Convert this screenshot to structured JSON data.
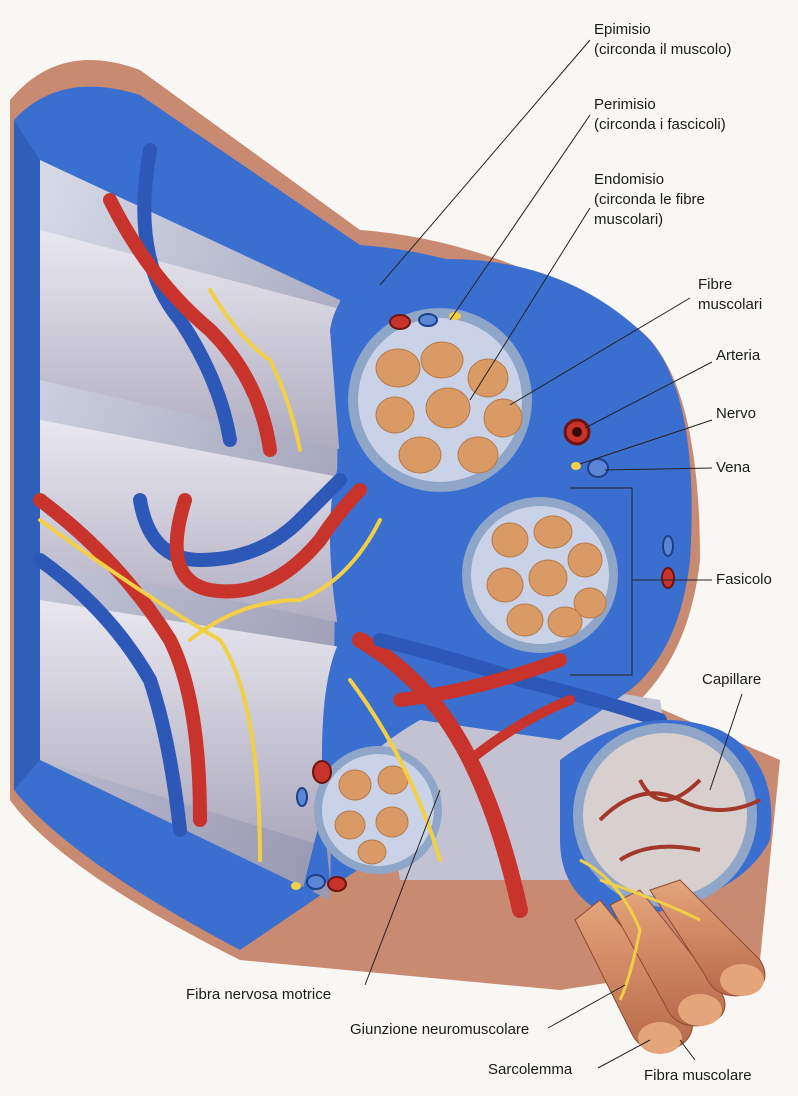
{
  "diagram": {
    "labels": {
      "epimisio": [
        "Epimisio",
        "(circonda il muscolo)"
      ],
      "perimisio": [
        "Perimisio",
        "(circonda i fascicoli)"
      ],
      "endomisio": [
        "Endomisio",
        "(circonda le fibre",
        "muscolari)"
      ],
      "fibre_muscolari": [
        "Fibre",
        "muscolari"
      ],
      "arteria": "Arteria",
      "nervo": "Nervo",
      "vena": "Vena",
      "fasicolo": "Fasicolo",
      "capillare": "Capillare",
      "fibra_nervosa_motrice": "Fibra nervosa motrice",
      "giunzione_neuromuscolare": "Giunzione neuromuscolare",
      "sarcolemma": "Sarcolemma",
      "fibra_muscolare": "Fibra muscolare"
    },
    "colors": {
      "connective_tissue": "#3a6fd0",
      "fascicle_sheath": "#8fa6c9",
      "muscle_fiber": "#d99a66",
      "artery": "#c8332b",
      "vein": "#2d58b8",
      "nerve": "#f2cf45",
      "outer_skin": "#c98a72"
    }
  }
}
